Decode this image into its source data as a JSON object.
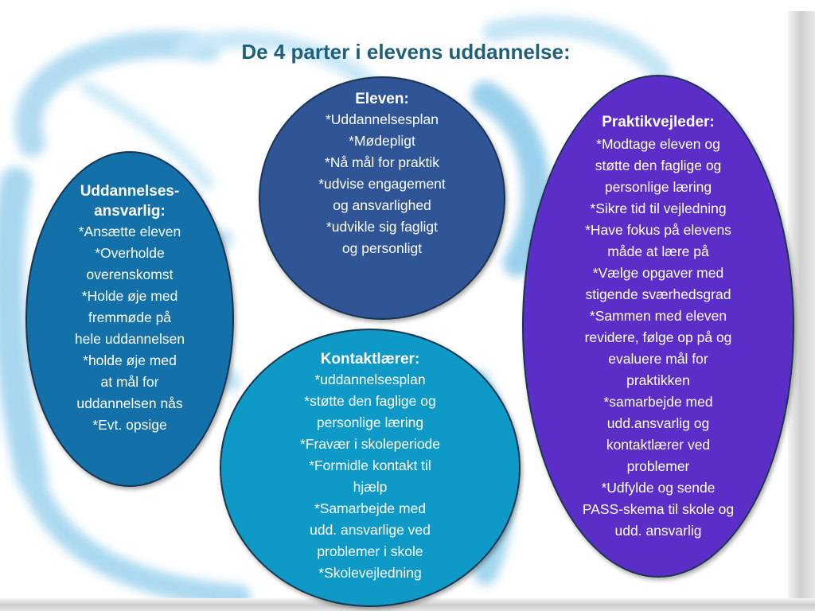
{
  "title": "De 4 parter i elevens uddannelse:",
  "colors": {
    "title": "#1f5f7a",
    "eleven": "#2f5597",
    "uddannelsesansvarlig": "#1370a9",
    "kontaktlaerer": "#0f99c6",
    "praktikvejleder": "#5b2fc7",
    "background_swirl": "#8ec8e8"
  },
  "eleven": {
    "heading": "Eleven:",
    "items": [
      "*Uddannelsesplan",
      "*Mødepligt",
      "*Nå mål for praktik",
      "*udvise engagement",
      "og ansvarlighed",
      "*udvikle sig fagligt",
      "og personligt"
    ]
  },
  "uddannelsesansvarlig": {
    "heading_line1": "Uddannelses-",
    "heading_line2": "ansvarlig:",
    "items": [
      "*Ansætte eleven",
      "*Overholde",
      "overenskomst",
      "*Holde øje med",
      "fremmøde på",
      "hele uddannelsen",
      "*holde øje med",
      "at  mål for",
      "uddannelsen nås",
      "*Evt. opsige"
    ]
  },
  "kontaktlaerer": {
    "heading": "Kontaktlærer:",
    "items": [
      "*uddannelsesplan",
      "*støtte den faglige og",
      "personlige læring",
      "*Fravær i skoleperiode",
      "*Formidle kontakt til",
      "hjælp",
      "*Samarbejde med",
      "udd. ansvarlige ved",
      "problemer i skole",
      "*Skolevejledning"
    ]
  },
  "praktikvejleder": {
    "heading": "Praktikvejleder:",
    "items": [
      "*Modtage  eleven og",
      "støtte den faglige og",
      "personlige læring",
      "*Sikre tid til vejledning",
      "*Have fokus på elevens",
      "måde at lære på",
      "*Vælge opgaver med",
      "stigende sværhedsgrad",
      "*Sammen med eleven",
      "revidere, følge op på og",
      "evaluere mål for",
      "praktikken",
      "*samarbejde med",
      "udd.ansvarlig og",
      "kontaktlærer ved",
      "problemer",
      "*Udfylde  og sende",
      "PASS-skema til skole og",
      "udd. ansvarlig"
    ]
  }
}
